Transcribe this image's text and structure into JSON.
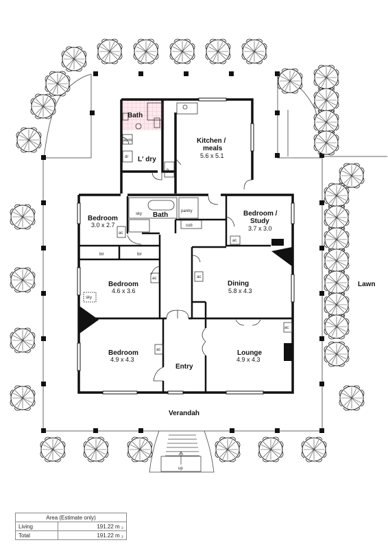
{
  "rooms": {
    "bath_upper": {
      "name": "Bath"
    },
    "kitchen": {
      "name_line1": "Kitchen /",
      "name_line2": "meals",
      "dims": "5.6 x 5.1"
    },
    "laundry": {
      "name": "L' dry"
    },
    "bedroom_nw": {
      "name": "Bedroom",
      "dims": "3.0 x 2.7"
    },
    "bath_mid": {
      "name": "Bath"
    },
    "bedroom_study": {
      "name_line1": "Bedroom /",
      "name_line2": "Study",
      "dims": "3.7 x 3.0"
    },
    "bedroom_w": {
      "name": "Bedroom",
      "dims": "4.6 x 3.6"
    },
    "dining": {
      "name": "Dining",
      "dims": "5.8 x 4.3"
    },
    "bedroom_sw": {
      "name": "Bedroom",
      "dims": "4.9 x 4.3"
    },
    "entry": {
      "name": "Entry"
    },
    "lounge": {
      "name": "Lounge",
      "dims": "4.9 x 4.3"
    }
  },
  "fixtures": {
    "awm": "awm",
    "dr": "dr",
    "fr": "fr",
    "pantry": "pantry",
    "sky": "sky",
    "cub": "cub",
    "ac": "ac",
    "bir": "bir",
    "up": "up"
  },
  "outdoor": {
    "verandah": "Verandah",
    "lawn": "Lawn"
  },
  "area_table": {
    "title": "Area (Estimate only)",
    "rows": [
      {
        "label": "Living",
        "value": "191.22 m ₂"
      },
      {
        "label": "Total",
        "value": "191.22 m ₂"
      }
    ]
  }
}
